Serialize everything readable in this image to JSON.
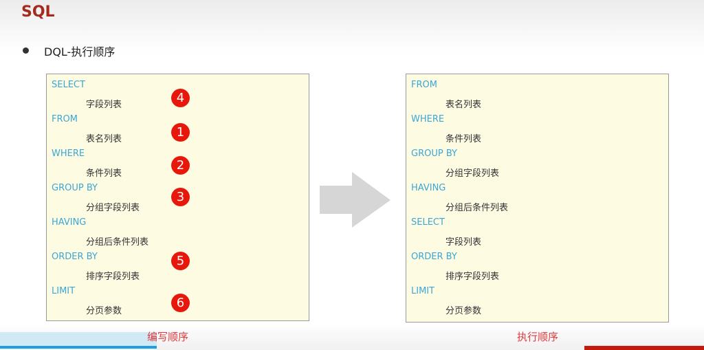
{
  "title": "SQL",
  "subtitle": "DQL-执行顺序",
  "writing_order": {
    "caption": "编写顺序",
    "rows": [
      {
        "keyword": "SELECT",
        "value": "字段列表",
        "badge": "4"
      },
      {
        "keyword": "FROM",
        "value": "表名列表",
        "badge": "1"
      },
      {
        "keyword": "WHERE",
        "value": "条件列表",
        "badge": "2"
      },
      {
        "keyword": "GROUP  BY",
        "value": "分组字段列表",
        "badge": "3"
      },
      {
        "keyword": "HAVING",
        "value": "分组后条件列表",
        "badge": ""
      },
      {
        "keyword": "ORDER BY",
        "value": "排序字段列表",
        "badge": "5"
      },
      {
        "keyword": "LIMIT",
        "value": "分页参数",
        "badge": "6"
      }
    ]
  },
  "execution_order": {
    "caption": "执行顺序",
    "rows": [
      {
        "keyword": "FROM",
        "value": "表名列表"
      },
      {
        "keyword": "WHERE",
        "value": "条件列表"
      },
      {
        "keyword": "GROUP  BY",
        "value": "分组字段列表"
      },
      {
        "keyword": "HAVING",
        "value": "分组后条件列表"
      },
      {
        "keyword": " SELECT",
        "value": "字段列表"
      },
      {
        "keyword": "ORDER BY",
        "value": "排序字段列表"
      },
      {
        "keyword": "LIMIT",
        "value": "分页参数"
      }
    ]
  },
  "colors": {
    "keyword": "#3aa7d6",
    "badge": "#e8170c",
    "title": "#a52a1e",
    "caption": "#e23a3a"
  }
}
